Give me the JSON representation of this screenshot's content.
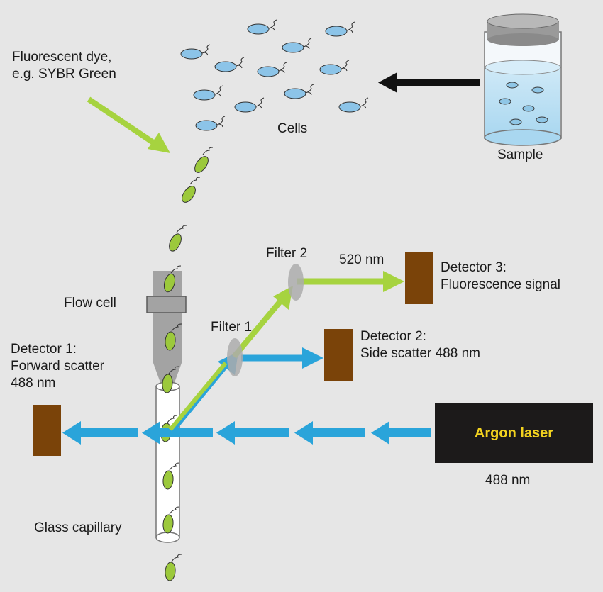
{
  "labels": {
    "dye": "Fluorescent dye,\ne.g. SYBR Green",
    "cells": "Cells",
    "sample": "Sample",
    "flow_cell": "Flow cell",
    "glass_capillary": "Glass capillary",
    "filter1": "Filter 1",
    "filter2": "Filter 2",
    "wavelength_520": "520 nm",
    "detector1": "Detector 1:\nForward scatter\n488 nm",
    "detector2": "Detector 2:\nSide scatter 488 nm",
    "detector3": "Detector 3:\nFluorescence signal",
    "laser": "Argon laser",
    "laser_wavelength": "488 nm"
  },
  "colors": {
    "background": "#e6e6e6",
    "laser_beam": "#2aa4da",
    "fluorescence_beam": "#a6d33f",
    "detector": "#7a4309",
    "laser_box": "#1c1a1a",
    "laser_text": "#f2d21f",
    "unstained_cell": "#8cc4e8",
    "stained_cell": "#9cc93c",
    "flow_cell": "#a3a3a3",
    "arrow_black": "#111111"
  }
}
